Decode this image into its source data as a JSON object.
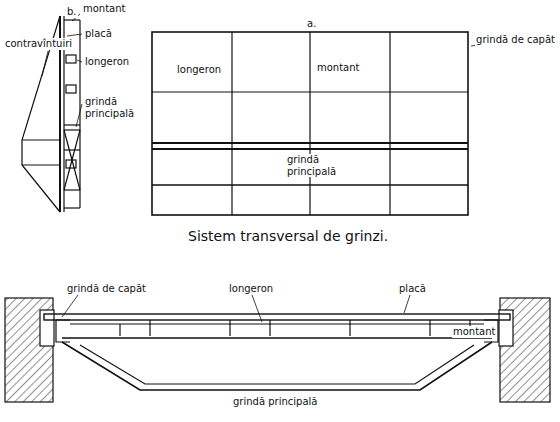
{
  "diagram": {
    "caption": "Sistem transversal de grinzi.",
    "labels": [
      "b.",
      "montant",
      "placă",
      "contravîntuiri",
      "longeron",
      "grindă principală",
      "a.",
      "grindă de capăt",
      "longeron",
      "montant",
      "grindă principală",
      "grindă de capăt",
      "longeron",
      "placă",
      "montant",
      "grindă principală"
    ]
  }
}
